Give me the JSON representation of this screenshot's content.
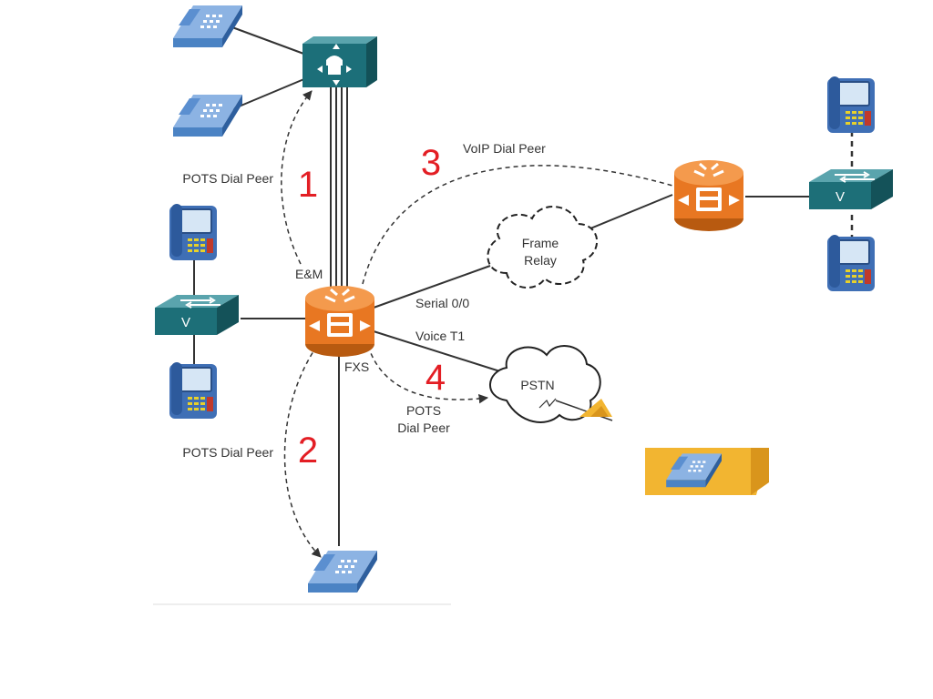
{
  "labels": {
    "pots_dial_peer_1": "POTS Dial Peer",
    "pots_dial_peer_2": "POTS Dial Peer",
    "voip_dial_peer": "VoIP Dial Peer",
    "em": "E&M",
    "fxs": "FXS",
    "serial": "Serial 0/0",
    "voice_t1": "Voice T1",
    "pots_line1": "POTS",
    "pots_line2": "Dial Peer",
    "frame_line1": "Frame",
    "frame_line2": "Relay",
    "pstn": "PSTN"
  },
  "steps": [
    "1",
    "2",
    "3",
    "4"
  ],
  "switch_label": "V",
  "colors": {
    "step_number": "#e31e24",
    "router": "#e87722",
    "pbx": "#1c6f79",
    "switch": "#1d6f78",
    "phone": "#4b83c4",
    "house": "#f2b531"
  },
  "icons": {
    "router": "voice-router-icon",
    "pbx": "pbx-icon",
    "switch": "voice-switch-icon",
    "ip_phone": "ip-phone-icon",
    "analog_phone": "analog-phone-icon",
    "cloud": "cloud-icon",
    "house": "house-icon"
  }
}
